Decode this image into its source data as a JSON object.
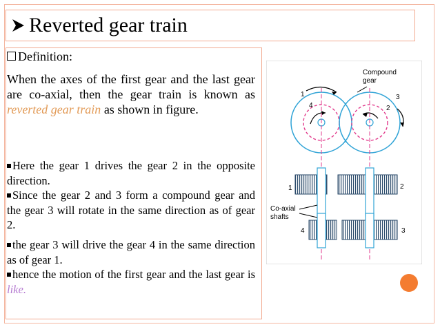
{
  "slide": {
    "title": "Reverted gear train",
    "title_bullet_icon": "arrow-bullet-icon",
    "definition_label": "Definition:",
    "definition_text_before": "When the axes of the first gear and the last gear are co-axial, then the gear train is known as ",
    "definition_highlight": "reverted gear train",
    "definition_text_after": " as shown in figure.",
    "bullets": [
      {
        "text": "Here the gear 1 drives the gear  2 in the opposite direction."
      },
      {
        "text": "Since the gear 2 and 3 form a compound gear and the gear 3 will rotate in the same direction as of gear 2."
      },
      {
        "text": "the gear 3 will drive the gear 4 in the same direction as of gear 1."
      },
      {
        "text_before": "hence the motion of the first gear and the last gear is ",
        "highlight": "like."
      }
    ],
    "highlight_color": "#e29a56",
    "accent_color": "#f47c30"
  },
  "figure": {
    "compound_label_line1": "Compound",
    "compound_label_line2": "gear",
    "label_1_top": "1",
    "label_4_top": "4",
    "label_3_top": "3",
    "label_2_top": "2",
    "label_1_side": "1",
    "label_2_side": "2",
    "coaxial_line1": "Co-axial",
    "coaxial_line2": "shafts",
    "label_4_side": "4",
    "label_3_side": "3"
  }
}
